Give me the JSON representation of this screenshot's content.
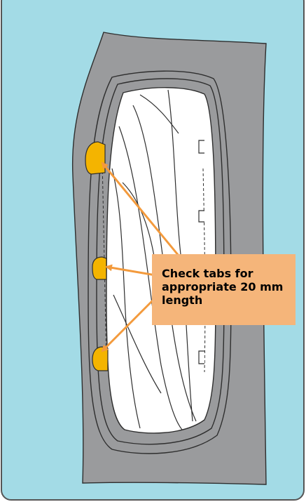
{
  "callout": {
    "lines": [
      "Check tabs for",
      "appropriate 20 mm",
      "length"
    ]
  },
  "colors": {
    "background": "#a3dbe6",
    "frame_border": "#555555",
    "tire_gray": "#9a9b9d",
    "tab_yellow": "#f4b400",
    "arrow_orange": "#f39a3c",
    "callout_fill": "#f5b57a"
  },
  "tabs": {
    "count": 3
  },
  "icons": [
    "tab-marker-icon",
    "arrow-icon"
  ]
}
